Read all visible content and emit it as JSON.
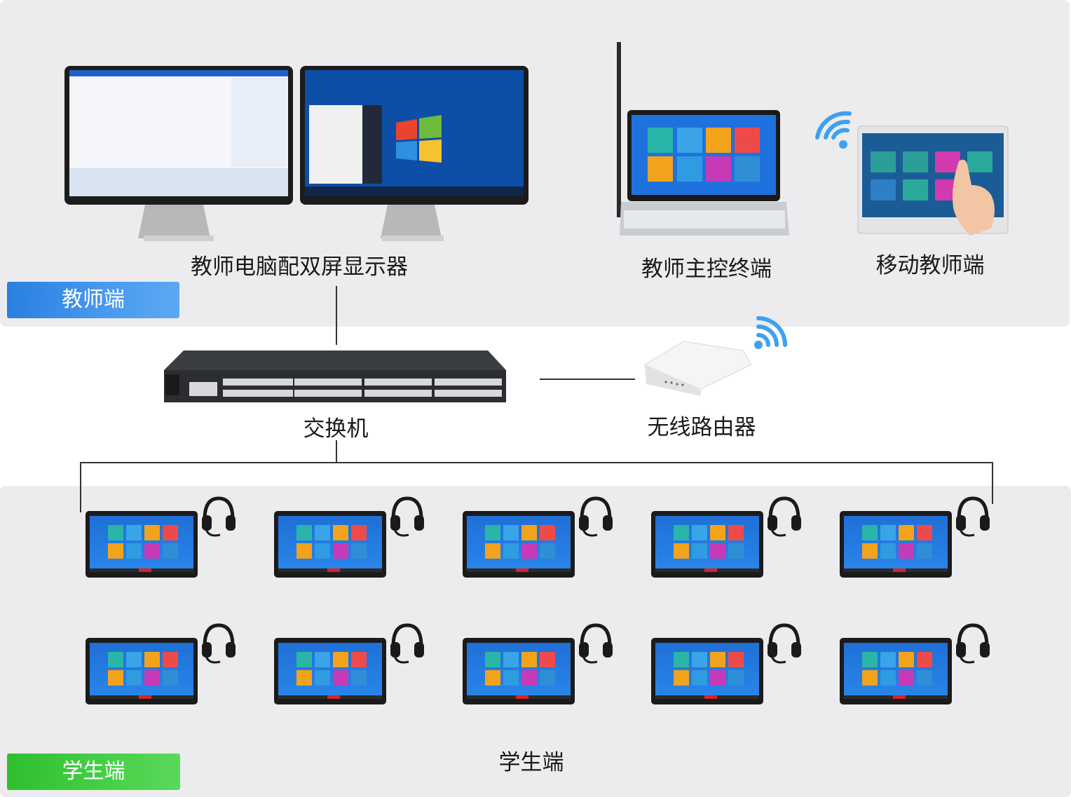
{
  "teacher_zone": {
    "tag": "教师端",
    "devices": {
      "pc_label": "教师电脑配双屏显示器",
      "console_label": "教师主控终端",
      "mobile_label": "移动教师端"
    }
  },
  "network": {
    "switch_label": "交换机",
    "router_label": "无线路由器"
  },
  "student_zone": {
    "tag": "学生端",
    "label": "学生端",
    "terminal_count": 10
  },
  "colors": {
    "teacher_tag": "#3a8ee8",
    "student_tag": "#3cc83c",
    "wifi": "#3fa0f0",
    "zone_bg": "#ececee"
  },
  "tile_colors": [
    "#29b6a8",
    "#3aa4e8",
    "#f2a31c",
    "#ef4a4a",
    "#f2a31c",
    "#2f9be0",
    "#c63ab8",
    "#2f8fd6"
  ]
}
